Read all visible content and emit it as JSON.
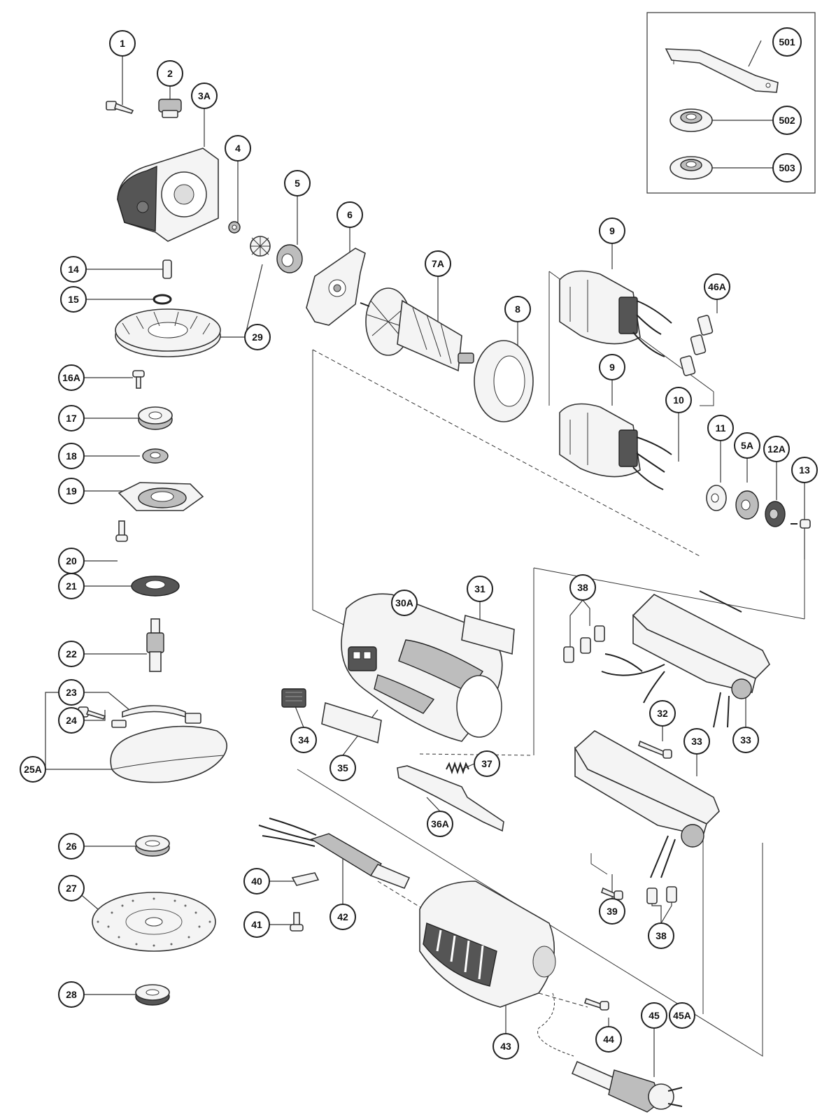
{
  "callouts": [
    {
      "id": "c1",
      "label": "1"
    },
    {
      "id": "c2",
      "label": "2"
    },
    {
      "id": "c3a",
      "label": "3A"
    },
    {
      "id": "c4",
      "label": "4"
    },
    {
      "id": "c5",
      "label": "5"
    },
    {
      "id": "c6",
      "label": "6"
    },
    {
      "id": "c7a",
      "label": "7A"
    },
    {
      "id": "c8",
      "label": "8"
    },
    {
      "id": "c9a",
      "label": "9"
    },
    {
      "id": "c9b",
      "label": "9"
    },
    {
      "id": "c46a",
      "label": "46A"
    },
    {
      "id": "c10",
      "label": "10"
    },
    {
      "id": "c11",
      "label": "11"
    },
    {
      "id": "c5a",
      "label": "5A"
    },
    {
      "id": "c12a",
      "label": "12A"
    },
    {
      "id": "c13",
      "label": "13"
    },
    {
      "id": "c14",
      "label": "14"
    },
    {
      "id": "c15",
      "label": "15"
    },
    {
      "id": "c29",
      "label": "29"
    },
    {
      "id": "c16a",
      "label": "16A"
    },
    {
      "id": "c17",
      "label": "17"
    },
    {
      "id": "c18",
      "label": "18"
    },
    {
      "id": "c19",
      "label": "19"
    },
    {
      "id": "c20",
      "label": "20"
    },
    {
      "id": "c21",
      "label": "21"
    },
    {
      "id": "c22",
      "label": "22"
    },
    {
      "id": "c23",
      "label": "23"
    },
    {
      "id": "c24",
      "label": "24"
    },
    {
      "id": "c25a",
      "label": "25A"
    },
    {
      "id": "c26",
      "label": "26"
    },
    {
      "id": "c27",
      "label": "27"
    },
    {
      "id": "c28",
      "label": "28"
    },
    {
      "id": "c30a",
      "label": "30A"
    },
    {
      "id": "c31",
      "label": "31"
    },
    {
      "id": "c34",
      "label": "34"
    },
    {
      "id": "c35",
      "label": "35"
    },
    {
      "id": "c37",
      "label": "37"
    },
    {
      "id": "c36a",
      "label": "36A"
    },
    {
      "id": "c38a",
      "label": "38"
    },
    {
      "id": "c33a",
      "label": "33"
    },
    {
      "id": "c32",
      "label": "32"
    },
    {
      "id": "c33b",
      "label": "33"
    },
    {
      "id": "c40",
      "label": "40"
    },
    {
      "id": "c41",
      "label": "41"
    },
    {
      "id": "c42",
      "label": "42"
    },
    {
      "id": "c43",
      "label": "43"
    },
    {
      "id": "c39",
      "label": "39"
    },
    {
      "id": "c38b",
      "label": "38"
    },
    {
      "id": "c44",
      "label": "44"
    },
    {
      "id": "c45",
      "label": "45"
    },
    {
      "id": "c45a",
      "label": "45A"
    },
    {
      "id": "c501",
      "label": "501"
    },
    {
      "id": "c502",
      "label": "502"
    },
    {
      "id": "c503",
      "label": "503"
    }
  ]
}
